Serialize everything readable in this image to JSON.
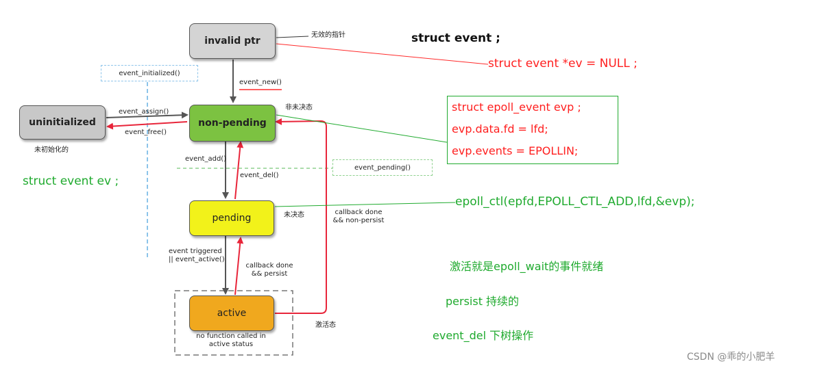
{
  "states": {
    "invalid_ptr": "invalid ptr",
    "uninitialized": "uninitialized",
    "non_pending": "non-pending",
    "pending": "pending",
    "active": "active"
  },
  "transitions": {
    "event_new": "event_new()",
    "event_assign": "event_assign()",
    "event_free": "event_free()",
    "event_add": "event_add()",
    "event_del": "event_del()",
    "event_triggered_line1": "event triggered",
    "event_triggered_line2": "|| event_active()",
    "callback_persist_line1": "callback done",
    "callback_persist_line2": "&& persist",
    "callback_nonpersist_line1": "callback done",
    "callback_nonpersist_line2": "&& non-persist"
  },
  "conditions": {
    "event_initialized": "event_initialized()",
    "event_pending": "event_pending()"
  },
  "active_note": {
    "line1": "no function called in",
    "line2": "active status"
  },
  "annotations": {
    "invalid_ptr_cn": "无效的指针",
    "non_pending_cn": "非未决态",
    "uninitialized_cn": "未初始化的",
    "pending_cn": "未决态",
    "active_cn": "激活态",
    "struct_event": "struct event ;",
    "struct_event_ptr": "struct event *ev = NULL ;",
    "struct_event_ev": "struct event ev ;",
    "code_line1": "struct epoll_event evp ;",
    "code_line2": "evp.data.fd = lfd;",
    "code_line3": "evp.events = EPOLLIN;",
    "epoll_ctl": "epoll_ctl(epfd,EPOLL_CTL_ADD,lfd,&evp);",
    "note_activate": "激活就是epoll_wait的事件就绪",
    "note_persist": "persist 持续的",
    "note_event_del": "event_del 下树操作"
  },
  "watermark": "CSDN @乖的小肥羊",
  "colors": {
    "invalid_ptr": "#d4d4d4",
    "uninitialized": "#c8c8c8",
    "non_pending": "#7cc241",
    "pending": "#f2f21a",
    "active": "#f0a81e",
    "annotation_red": "#ff1f1f",
    "annotation_green": "#1faa2e"
  }
}
